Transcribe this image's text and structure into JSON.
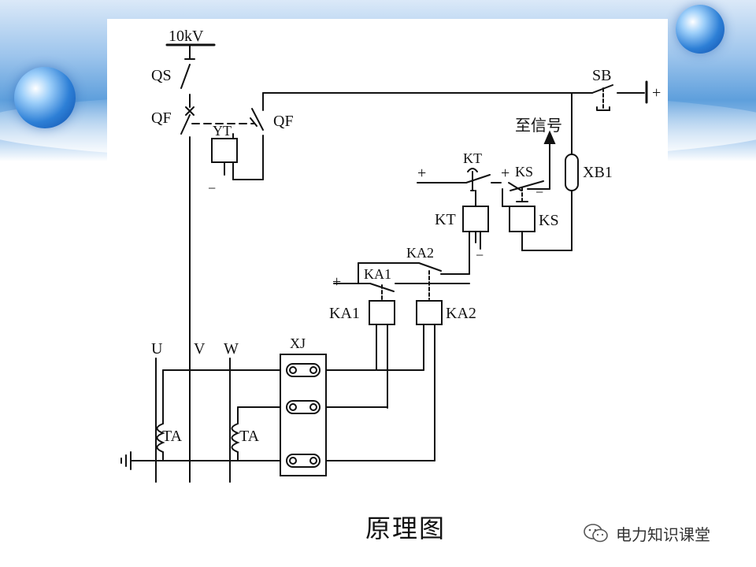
{
  "labels": {
    "voltage": "10kV",
    "qs": "QS",
    "qf_left": "QF",
    "qf_right": "QF",
    "yt": "YT",
    "minus_yt": "−",
    "sb": "SB",
    "plus_sb": "+",
    "to_signal": "至信号",
    "plus_kt": "+",
    "kt_top": "KT",
    "plus_ks": "+",
    "ks_top": "KS",
    "minus_ks": "−",
    "xb1": "XB1",
    "kt_coil": "KT",
    "ks_coil": "KS",
    "minus_kt": "−",
    "ka2_top": "KA2",
    "plus_ka": "+",
    "ka1_top": "KA1",
    "ka1_coil": "KA1",
    "ka2_coil": "KA2",
    "xj": "XJ",
    "u": "U",
    "v": "V",
    "w": "W",
    "ta_left": "TA",
    "ta_right": "TA"
  },
  "caption": "原理图",
  "watermark": "电力知识课堂",
  "colors": {
    "line": "#111111",
    "header_blue": "#5e9fdc",
    "orb_blue": "#2d7fd6"
  }
}
